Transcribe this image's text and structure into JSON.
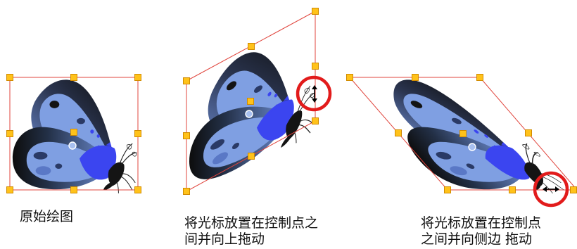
{
  "captions": {
    "original": {
      "line1": "原始绘图"
    },
    "skew_vertical": {
      "line1": "将光标放置在控制点之",
      "line2": "间并向上拖动"
    },
    "skew_horizontal": {
      "line1": "将光标放置在控制点",
      "line2": "之间并向侧边 拖动"
    }
  },
  "colors": {
    "bbox": "#e0443c",
    "handle_fill": "#ffc21a",
    "handle_stroke": "#d08a00",
    "highlight_circle": "#e21b1b",
    "wing_light": "#7f9fe2",
    "wing_mid": "#5a78c6",
    "wing_dark": "#141414",
    "accent_blue": "#3b45f0"
  },
  "icons": {
    "vertical_cursor": "double-arrow-vertical-icon",
    "horizontal_cursor": "double-arrow-horizontal-icon",
    "pivot": "pivot-icon"
  }
}
